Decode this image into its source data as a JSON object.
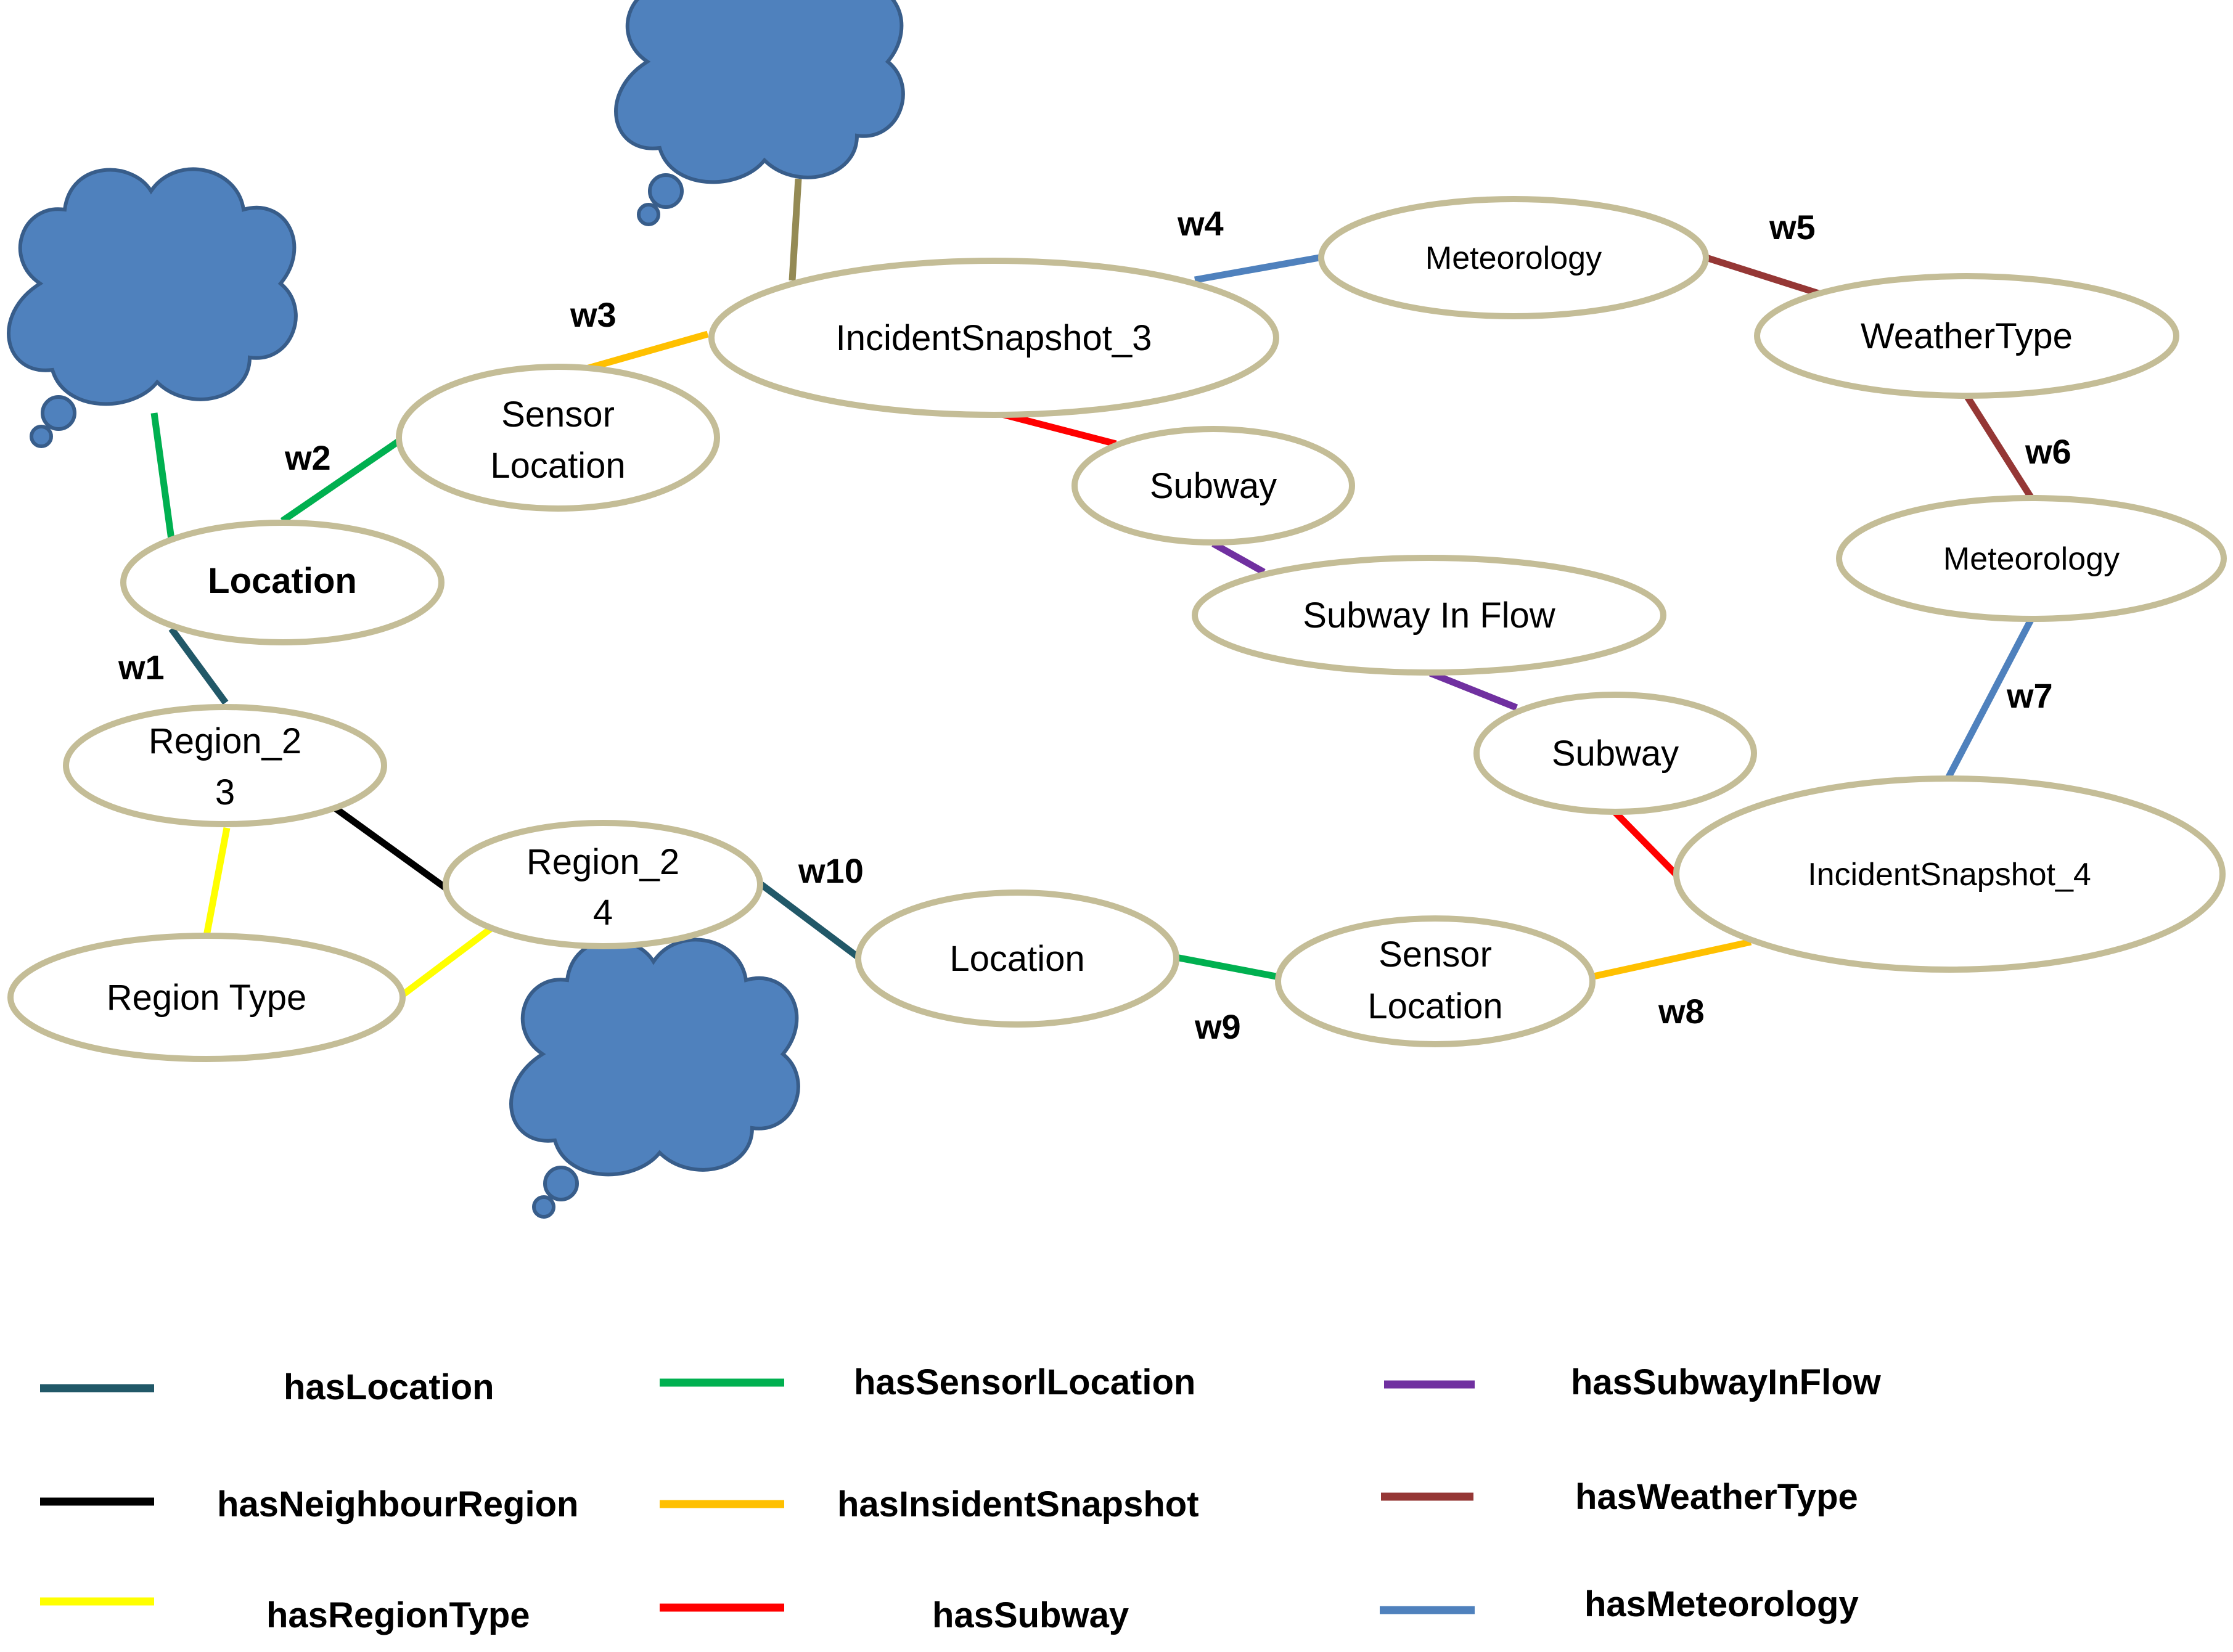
{
  "nodes": {
    "location_1": {
      "label": "Location"
    },
    "sensor_location_1": {
      "line1": "Sensor",
      "line2": "Location"
    },
    "incident_snapshot_3": {
      "label": "IncidentSnapshot_3"
    },
    "meteorology_1": {
      "label": "Meteorology"
    },
    "weather_type": {
      "label": "WeatherType"
    },
    "subway_1": {
      "label": "Subway"
    },
    "subway_in_flow": {
      "label": "Subway In Flow"
    },
    "subway_2": {
      "label": "Subway"
    },
    "meteorology_2": {
      "label": "Meteorology"
    },
    "region_23": {
      "line1": "Region_2",
      "line2": "3"
    },
    "region_24": {
      "line1": "Region_2",
      "line2": "4"
    },
    "region_type": {
      "label": "Region Type"
    },
    "location_2": {
      "label": "Location"
    },
    "sensor_location_2": {
      "line1": "Sensor",
      "line2": "Location"
    },
    "incident_snapshot_4": {
      "label": "IncidentSnapshot_4"
    }
  },
  "edge_labels": {
    "w1": "w1",
    "w2": "w2",
    "w3": "w3",
    "w4": "w4",
    "w5": "w5",
    "w6": "w6",
    "w7": "w7",
    "w8": "w8",
    "w9": "w9",
    "w10": "w10"
  },
  "colors": {
    "hasLocation": "#215868",
    "hasNeighbourRegion": "#000000",
    "hasRegionType": "#ffff00",
    "hasSensorlLocation": "#00b050",
    "hasInsidentSnapshot": "#ffc000",
    "hasSubway": "#ff0000",
    "hasSubwayInFlow": "#7030a0",
    "hasWeatherType": "#953735",
    "hasMeteorology": "#4f81bd",
    "cloud_link": "#948a54",
    "node_border": "#c4bd97",
    "cloud_fill": "#4f81bd",
    "cloud_stroke": "#385d8a"
  },
  "legend": {
    "hasLocation": "hasLocation",
    "hasNeighbourRegion": "hasNeighbourRegion",
    "hasRegionType": "hasRegionType",
    "hasSensorlLocation": "hasSensorlLocation",
    "hasInsidentSnapshot": "hasInsidentSnapshot",
    "hasSubway": "hasSubway",
    "hasSubwayInFlow": "hasSubwayInFlow",
    "hasWeatherType": "hasWeatherType",
    "hasMeteorology": "hasMeteorology"
  }
}
